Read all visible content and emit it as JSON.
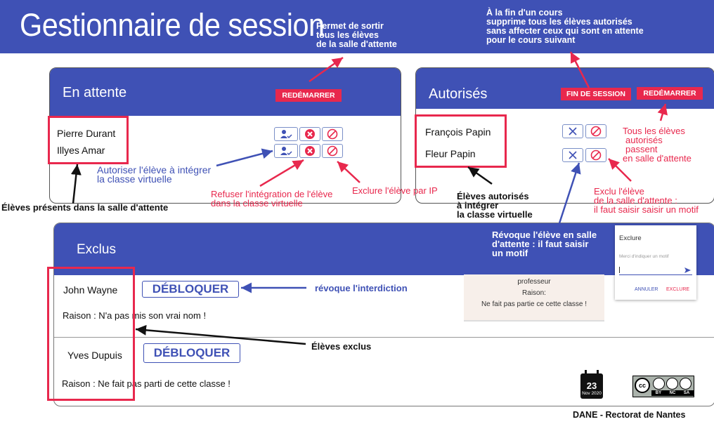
{
  "page_title": "Gestionnaire de session",
  "notes": {
    "header_left": [
      "Permet de sortir",
      "tous les élèves",
      "de la salle d'attente"
    ],
    "header_right": [
      "À la fin d'un cours",
      "supprime tous les élèves autorisés",
      "sans affecter ceux qui sont en attente",
      "pour le cours suivant"
    ]
  },
  "waiting": {
    "title": "En attente",
    "restart_label": "REDÉMARRER",
    "students": [
      "Pierre Durant",
      "Illyes Amar"
    ]
  },
  "authorized": {
    "title": "Autorisés",
    "end_label": "FIN DE SESSION",
    "restart_label": "REDÉMARRER",
    "students": [
      "François Papin",
      "Fleur Papin"
    ]
  },
  "excluded": {
    "title": "Exclus",
    "items": [
      {
        "name": "John Wayne",
        "unblock_label": "DÉBLOQUER",
        "reason": "Raison : N'a pas mis son vrai nom !"
      },
      {
        "name": "Yves Dupuis",
        "unblock_label": "DÉBLOQUER",
        "reason": "Raison : Ne fait pas parti de cette classe !"
      }
    ]
  },
  "exclude_dialog": {
    "title": "Exclure",
    "placeholder": "Merci d'indiquer un motif",
    "cancel_label": "ANNULER",
    "confirm_label": "EXCLURE"
  },
  "message_preview": {
    "lines": [
      "professeur",
      "Raison:",
      "Ne fait pas partie ce cette classe !"
    ]
  },
  "annotations": {
    "authorize": [
      "Autoriser l'élève à intégrer",
      "la classe virtuelle"
    ],
    "refuse": [
      "Refuser l'intégration de l'élève",
      "dans la classe virtuelle"
    ],
    "exclude_ip": "Exclure l'élève par IP",
    "present": "Élèves présents dans la salle d'attente",
    "authorized_list": [
      "Élèves autorisés",
      "à intégrer",
      "la classe virtuelle"
    ],
    "exclude_student": [
      "Exclu l'élève",
      "de la salle d'attente :",
      "il faut saisir saisir un motif"
    ],
    "all_authorized": [
      "Tous les élèves",
      "autorisés",
      "passent",
      "en salle d'attente"
    ],
    "revoke": [
      "Révoque l'élève en salle",
      "d'attente : il faut saisir",
      "un motif"
    ],
    "revoke_ban": "révoque l'interdiction",
    "excluded_list": "Élèves exclus"
  },
  "calendar": {
    "day": "23",
    "month": "Nov 2020"
  },
  "license": {
    "labels": [
      "BY",
      "NC",
      "SA"
    ]
  },
  "footer": "DANE - Rectorat de Nantes",
  "colors": {
    "primary": "#3f51b5",
    "accent": "#e8284d"
  }
}
